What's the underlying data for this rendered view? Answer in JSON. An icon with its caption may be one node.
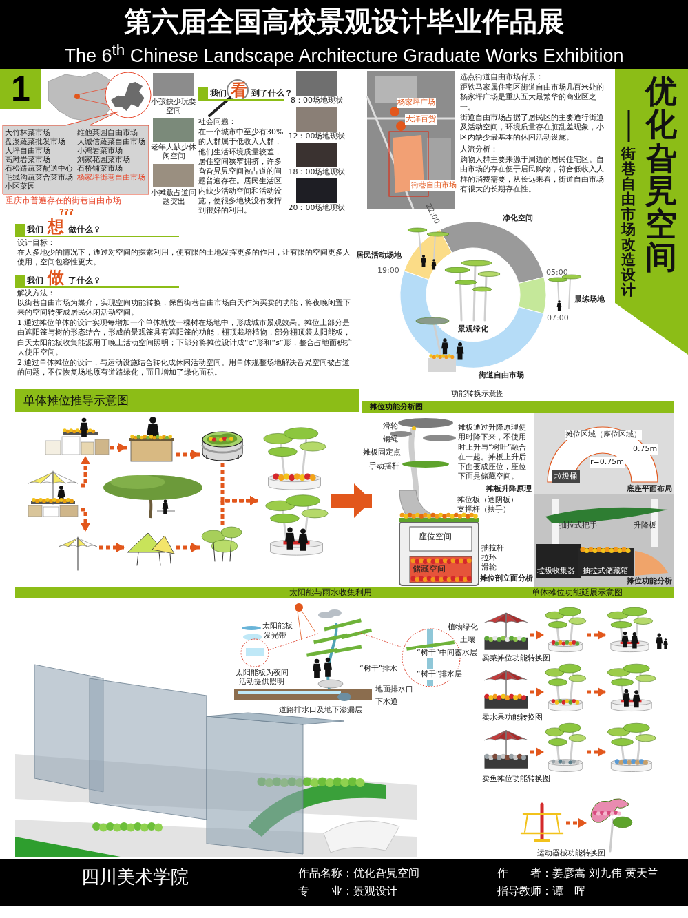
{
  "diagram": {
    "title": "第六届全国高校景观设计毕业作品展",
    "nodes": [
      {
        "text": [],
        "shape": "picture"
      },
      {
        "text": [],
        "shape": "picture"
      },
      {
        "text": [],
        "shape": "picture"
      },
      {
        "text": [],
        "shape": "picture"
      },
      {
        "text": [],
        "shape": "picture"
      },
      {
        "text": [],
        "shape": "picture"
      },
      {
        "text": [],
        "shape": "picture"
      },
      {
        "text": [],
        "shape": "picture"
      },
      {
        "text": [],
        "shape": "picture"
      },
      {
        "text": [],
        "shape": "picture",
        "beside": [
          "卖菜摊位功能转换图"
        ]
      },
      {
        "text": [],
        "shape": "picture"
      },
      {
        "text": [],
        "shape": "picture"
      },
      {
        "text": [],
        "shape": "picture",
        "beside": [
          "卖水果功能转换图"
        ]
      },
      {
        "text": [],
        "shape": "picture"
      },
      {
        "text": [],
        "shape": "picture"
      },
      {
        "text": [],
        "shape": "picture",
        "beside": [
          "卖鱼摊位功能转换图"
        ]
      },
      {
        "text": [],
        "shape": "picture"
      },
      {
        "text": [],
        "shape": "picture"
      },
      {
        "text": [],
        "shape": "picture"
      },
      {
        "text": [],
        "shape": "picture"
      }
    ],
    "edges": [
      {
        "from": 1,
        "to": 0,
        "arrow": "to",
        "style": "dashed"
      },
      {
        "from": 0,
        "to": 2,
        "arrow": "to",
        "style": "dashed"
      },
      {
        "from": 2,
        "to": 3,
        "arrow": "to",
        "style": "dashed"
      },
      {
        "from": 1,
        "to": 4,
        "arrow": "to",
        "style": "dashed"
      },
      {
        "from": 4,
        "to": 5,
        "arrow": "to",
        "style": "dashed"
      },
      {
        "from": 5,
        "to": 6,
        "arrow": "to",
        "style": "dashed"
      },
      {
        "from": 3,
        "to": 7,
        "arrow": "to",
        "style": "dashed"
      },
      {
        "from": 6,
        "to": 7,
        "arrow": "to",
        "style": "dashed"
      },
      {
        "from": 7,
        "to": 8,
        "arrow": "to",
        "style": "thick"
      },
      {
        "from": 9,
        "to": 10,
        "arrow": "to",
        "style": "dashed"
      },
      {
        "from": 10,
        "to": 11,
        "arrow": "to",
        "style": "dashed"
      },
      {
        "from": 12,
        "to": 13,
        "arrow": "to",
        "style": "dashed"
      },
      {
        "from": 13,
        "to": 14,
        "arrow": "to",
        "style": "dashed"
      },
      {
        "from": 15,
        "to": 16,
        "arrow": "to",
        "style": "dashed"
      },
      {
        "from": 16,
        "to": 17,
        "arrow": "to",
        "style": "dashed"
      },
      {
        "from": 18,
        "to": 19,
        "arrow": "to",
        "style": "dashed"
      }
    ],
    "labels": [
      "The 6$^{th}$ Chinese Landscape Architecture Graduate Works Exhibition",
      "1",
      "维他菜园自由市场",
      "大竹林菜市场",
      "大诚信蔬菜自由市场",
      "盘溪蔬菜批发市场",
      "小鸿岩菜市场",
      "大坪自由市场",
      "刘家花园菜市场",
      "高滩岩菜市场",
      "石桥铺菜市场",
      "石松路蔬菜配送中心",
      "杨家坪街巷自由市场",
      "毛线沟蔬菜合菜市场",
      "小区菜园",
      "重庆市普遍存在的街巷自由市场",
      "小孩缺少玩耍空间",
      "老年人缺少休闲空间",
      "小摊贩占道问题突出",
      "我们**看**到了什么？",
      "社会问题：",
      "在一个城市中至少有30%的人群属于低收入人群，他们生活环境质量较差，居住空间狭窄拥挤，许多旮旮旯旯空间被占道的问题普遍存在。居民生活区内缺少活动空间和活动设施，使很多地块没有发挥到很好的利用。",
      "8：00场地现状",
      "12：00场地现状",
      "18：00场地现状",
      "20：00场地现状",
      "???",
      "我们**想**做什么？",
      "设计目标：",
      "在人多地少的情况下，通过对空间的探索利用，使有限的土地发挥更多的作用，让有限的空间更多人使用，空间包容性更大。",
      "我们**做**了什么？",
      "解决方法：",
      "以街巷自由市场为媒介，实现空间功能转换，保留街巷自由市场白天作为买卖的功能，将夜晚闲置下来的空间转变成居民休闲活动空间。",
      "1.通过摊位单体的设计实现每增加一个单体就放一棵树在场地中，形成城市景观效果。摊位上部分是由遮阳篷与树的形态结合，形成的景观篷具有遮阳篷的功能，棚顶栽培植物，部分棚顶装太阳能板，白天太阳能板收集能源用于晚上活动空间照明；下部分将摊位设计成“c”形和“s”形，整合占地面积扩大使用空间。",
      "2.通过单体摊位的设计，与运动设施结合转化成休闲活动空间。用单体规整场地解决旮旯空间被占道的问题，不仅恢复场地原有道路绿化，而且增加了绿化面积。",
      "杨家坪广场",
      "大洋百货",
      "街巷自由市场",
      "选点街道自由市场背景：",
      "距铁马家属住宅区街道自由市场几百米处的杨家坪广场是重庆五大最繁华的商业区之一。",
      "街道自由市场占据了居民区的主要通行街道及活动空间，环境质量存在脏乱差现象，小区内缺少最基本的休闲活动设施。",
      "人流分析：",
      "购物人群主要来源于周边的居民住宅区。自由市场的存在便于居民购物，符合低收入人群的消费需要，从长远来看，街道自由市场有很大的长期存在性。",
      "优化旮旯空间",
      "街巷自由市场改造设计",
      "22:00",
      "净化空间",
      "居民活动场地",
      "19:00",
      "05:00",
      "晨练场地",
      "07:00",
      "景观绿化",
      "街道自由市场",
      "单体摊位推导示意图",
      "功能转换示意图",
      "摊位功能分析图",
      "滑轮",
      "钢绳",
      "摊板固定点",
      "手动摇杆",
      "摊板通过升降原理使用时降下来，不使用时上升与“树叶”融合在一起。摊板上升后下面变成座位，座位下面是储藏空间。",
      "摊板升降原理",
      "摊位区域（座位区域）",
      "0.75m",
      "r=0.75m",
      "垃圾桶",
      "底座平面布局",
      "摊位板（遮阴板）",
      "支撑杆（扶手）",
      "座位空间",
      "储藏空间",
      "抽拉杆",
      "拉环",
      "滑轮",
      "摊位剖立面分析",
      "抽拉式把手",
      "升降板",
      "垃圾收集器",
      "抽拉式储藏箱",
      "摊位功能分析",
      "太阳能与雨水收集利用",
      "单体摊位功能延展示意图",
      "太阳能板",
      "发光带",
      "太阳能板为夜间活动提供照明",
      "植物绿化",
      "土壤",
      "“树干”中间蓄水层",
      "“树干”排水层",
      "“树干”排水",
      "地面排水口",
      "下水道",
      "道路排水口及地下渗漏层",
      "运动器械功能转换图",
      "四川美术学院",
      "作品名称：优化旮旯空间",
      "专　　业：景观设计",
      "作　　者：姜彦嵩 刘九伟 黄天兰",
      "指导教师：谭　晖"
    ]
  }
}
